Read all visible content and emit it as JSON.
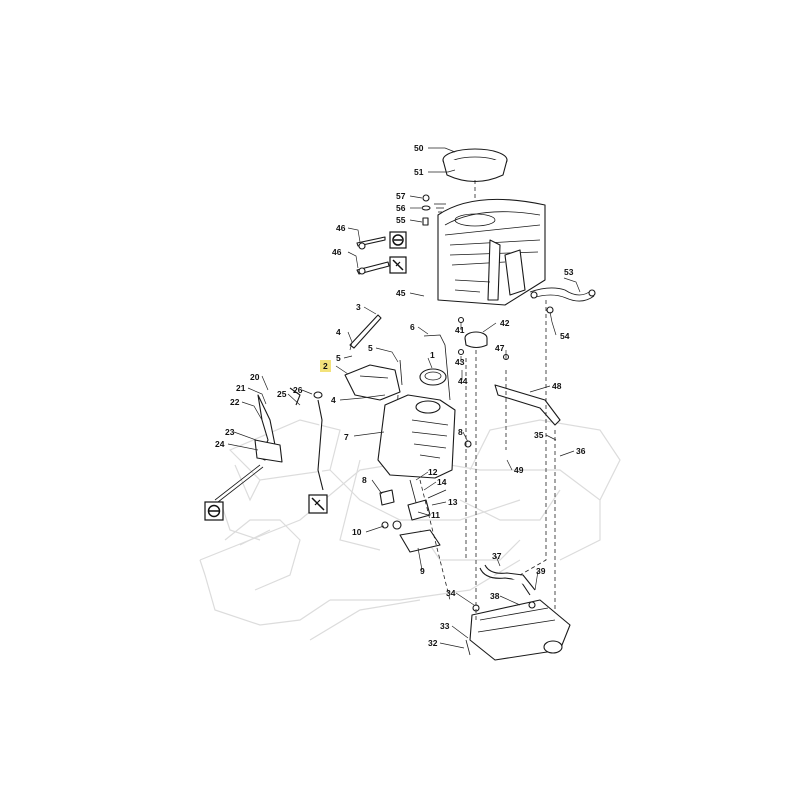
{
  "diagram": {
    "highlight_color": "#f3e27a",
    "line_color": "#1a1a1a",
    "ghost_color": "#dcdcdc",
    "symbols": [
      {
        "name": "fuel-throttle-symbol",
        "icon": "engine-symbol-icon"
      },
      {
        "name": "choke-symbol",
        "icon": "choke-symbol-icon"
      },
      {
        "name": "fuel-cable-symbol",
        "icon": "engine-symbol-icon"
      },
      {
        "name": "cable-adjust-symbol",
        "icon": "choke-symbol-icon"
      }
    ],
    "callouts": [
      {
        "id": "50",
        "label": "50"
      },
      {
        "id": "51",
        "label": "51"
      },
      {
        "id": "57",
        "label": "57"
      },
      {
        "id": "56",
        "label": "56"
      },
      {
        "id": "55",
        "label": "55"
      },
      {
        "id": "46a",
        "label": "46"
      },
      {
        "id": "46b",
        "label": "46"
      },
      {
        "id": "53",
        "label": "53"
      },
      {
        "id": "45",
        "label": "45"
      },
      {
        "id": "54",
        "label": "54"
      },
      {
        "id": "3",
        "label": "3"
      },
      {
        "id": "41",
        "label": "41"
      },
      {
        "id": "42",
        "label": "42"
      },
      {
        "id": "6",
        "label": "6"
      },
      {
        "id": "4a",
        "label": "4"
      },
      {
        "id": "1",
        "label": "1"
      },
      {
        "id": "5a",
        "label": "5"
      },
      {
        "id": "5b",
        "label": "5"
      },
      {
        "id": "2",
        "label": "2",
        "highlighted": true
      },
      {
        "id": "43",
        "label": "43"
      },
      {
        "id": "47",
        "label": "47"
      },
      {
        "id": "44",
        "label": "44"
      },
      {
        "id": "20",
        "label": "20"
      },
      {
        "id": "21",
        "label": "21"
      },
      {
        "id": "26",
        "label": "26"
      },
      {
        "id": "25",
        "label": "25"
      },
      {
        "id": "48",
        "label": "48"
      },
      {
        "id": "4b",
        "label": "4"
      },
      {
        "id": "22",
        "label": "22"
      },
      {
        "id": "7",
        "label": "7"
      },
      {
        "id": "23",
        "label": "23"
      },
      {
        "id": "24",
        "label": "24"
      },
      {
        "id": "8a",
        "label": "8"
      },
      {
        "id": "35",
        "label": "35"
      },
      {
        "id": "36",
        "label": "36"
      },
      {
        "id": "49",
        "label": "49"
      },
      {
        "id": "12",
        "label": "12"
      },
      {
        "id": "14",
        "label": "14"
      },
      {
        "id": "8b",
        "label": "8"
      },
      {
        "id": "13",
        "label": "13"
      },
      {
        "id": "11",
        "label": "11"
      },
      {
        "id": "10",
        "label": "10"
      },
      {
        "id": "37",
        "label": "37"
      },
      {
        "id": "9",
        "label": "9"
      },
      {
        "id": "39",
        "label": "39"
      },
      {
        "id": "34",
        "label": "34"
      },
      {
        "id": "38",
        "label": "38"
      },
      {
        "id": "33",
        "label": "33"
      },
      {
        "id": "32",
        "label": "32"
      }
    ]
  }
}
